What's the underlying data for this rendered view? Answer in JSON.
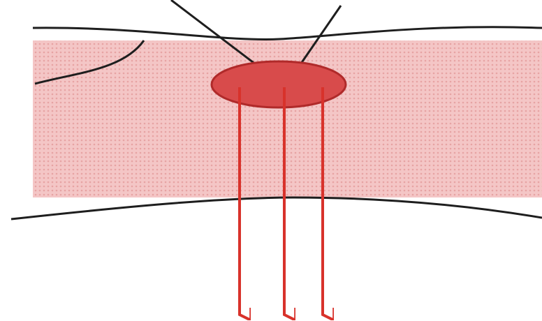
{
  "diagram": {
    "colors": {
      "background": "#ffffff",
      "tissue_band": "#f4c6c6",
      "tissue_dots": "#e7a3a3",
      "focal_region_fill": "#d84b4b",
      "focal_region_stroke": "#b02a2a",
      "arrow": "#d8322b",
      "outline": "#1e1e1e"
    },
    "focal_region": {
      "shape": "ellipse"
    },
    "arrows": [
      {
        "direction": "down"
      },
      {
        "direction": "down"
      },
      {
        "direction": "down"
      }
    ],
    "pointer_lines": 2,
    "curves": [
      "upper-boundary",
      "lower-boundary",
      "inner-left-curve"
    ]
  }
}
